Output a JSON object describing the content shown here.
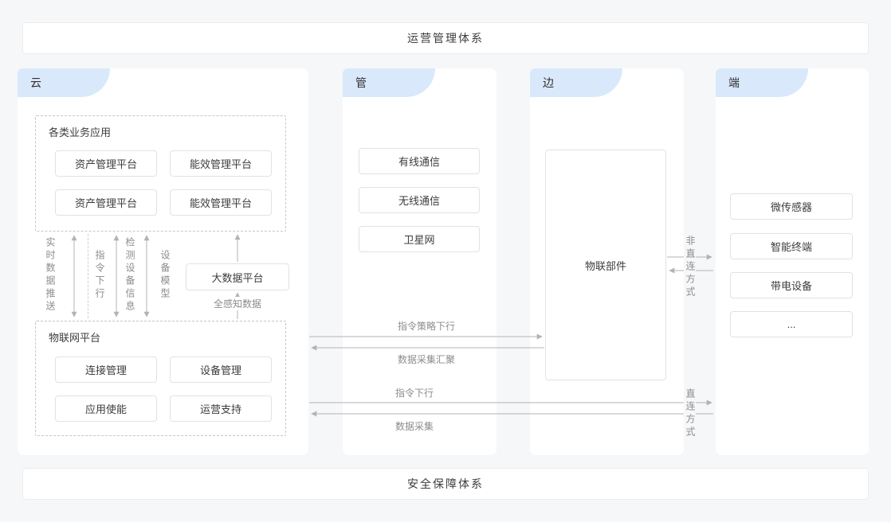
{
  "top_bar": {
    "label": "运营管理体系"
  },
  "bottom_bar": {
    "label": "安全保障体系"
  },
  "cloud": {
    "header": "云",
    "business_apps": {
      "title": "各类业务应用",
      "items": [
        "资产管理平台",
        "能效管理平台",
        "资产管理平台",
        "能效管理平台"
      ]
    },
    "flow_labels": [
      "实时数据推送",
      "指令下行",
      "检测设备信息",
      "设备模型"
    ],
    "big_data_platform": "大数据平台",
    "perception_data_label": "全感知数据",
    "iot_platform": {
      "title": "物联网平台",
      "items": [
        "连接管理",
        "设备管理",
        "应用使能",
        "运营支持"
      ]
    }
  },
  "pipe": {
    "header": "管",
    "items": [
      "有线通信",
      "无线通信",
      "卫星网"
    ]
  },
  "edge": {
    "header": "边",
    "component": "物联部件"
  },
  "terminal": {
    "header": "端",
    "items": [
      "微传感器",
      "智能终端",
      "带电设备",
      "..."
    ]
  },
  "links": {
    "cloud_to_edge": "指令策略下行",
    "edge_to_cloud": "数据采集汇聚",
    "cloud_to_terminal": "指令下行",
    "terminal_to_cloud": "数据采集",
    "non_direct_mode": "非直连方式",
    "direct_mode": "直连方式"
  },
  "colors": {
    "tab_bg": "#d9e9fb",
    "arrow": "#b3b3b3",
    "page_bg": "#f6f7f9"
  }
}
